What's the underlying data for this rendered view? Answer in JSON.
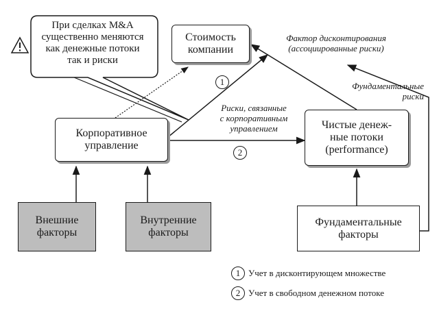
{
  "callout": {
    "text": "При сделках M&A\nсущественно меняются\nкак денежные потоки\nтак и риски"
  },
  "boxes": {
    "company_value": "Стоимость\nкомпании",
    "corporate_governance": "Корпоративное\nуправление",
    "net_cash_flows": "Чистые денеж-\nные потоки\n(performance)",
    "external_factors": "Внешние\nфакторы",
    "internal_factors": "Внутренние\nфакторы",
    "fundamental_factors": "Фундаментальные\nфакторы"
  },
  "labels": {
    "discount_factor": "Фактор дисконтирования\n(ассоциированные риски)",
    "fundamental_risks": "Фундаментальные\nриски",
    "governance_risks": "Риски, связанные\nс корпоративным\nуправлением"
  },
  "markers": {
    "one": "1",
    "two": "2"
  },
  "legend": [
    {
      "num": "1",
      "text": "Учет в дисконтирующем множестве"
    },
    {
      "num": "2",
      "text": "Учет в свободном денежном потоке"
    }
  ],
  "colors": {
    "line": "#1a1a1a",
    "shaded_box": "#bdbdbd",
    "shadow": "#9a9a9a"
  }
}
